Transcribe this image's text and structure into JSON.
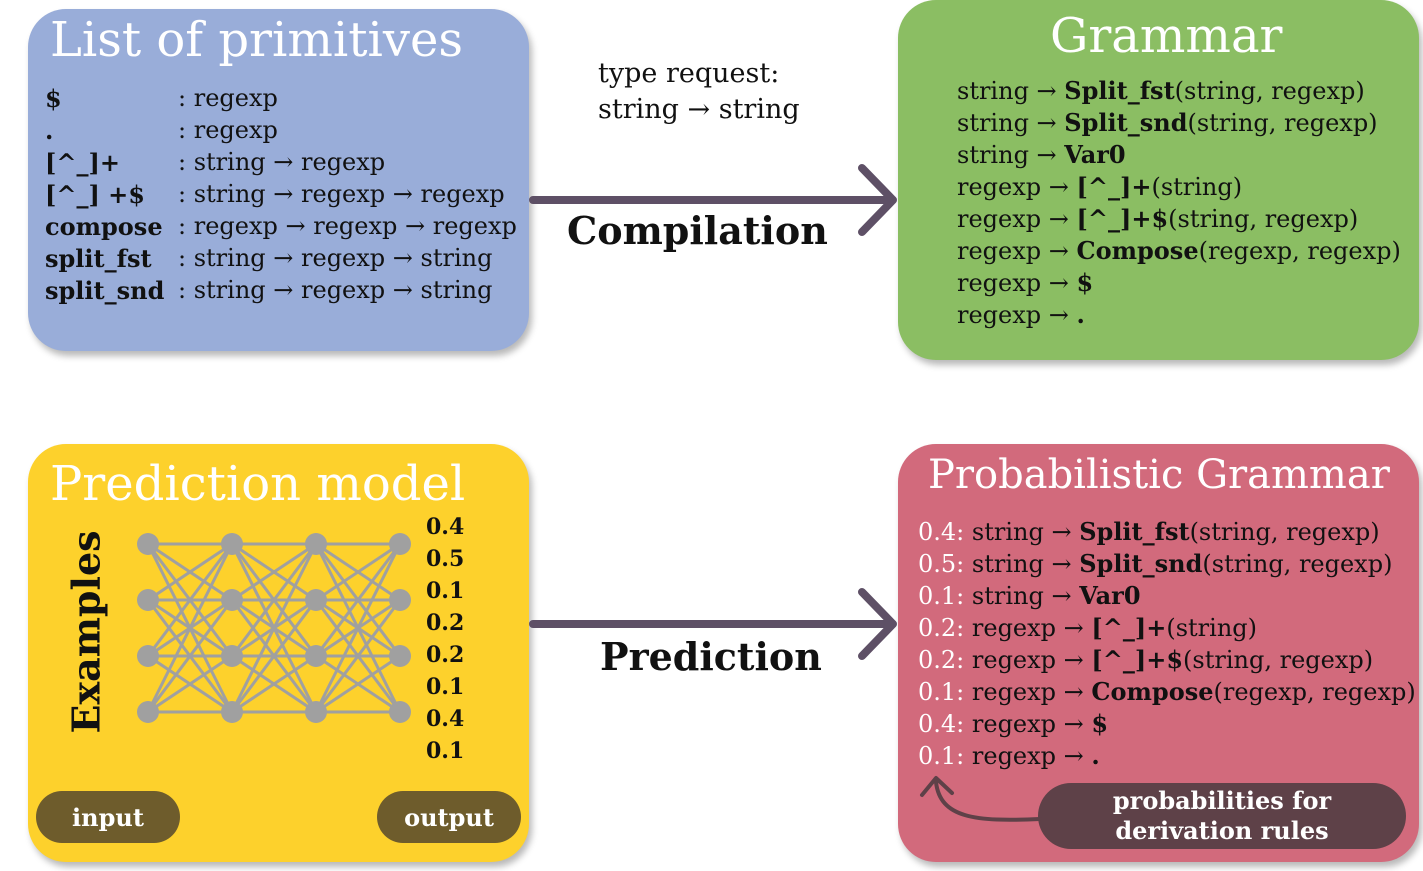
{
  "primitives": {
    "title": "List of primitives",
    "rows": [
      {
        "name": "$",
        "type": ": regexp"
      },
      {
        "name": ".",
        "type": ": regexp"
      },
      {
        "name": "[^_]+",
        "type": ": string → regexp"
      },
      {
        "name": "[^_] +$",
        "type": ": string → regexp → regexp"
      },
      {
        "name": "compose",
        "type": ": regexp → regexp → regexp"
      },
      {
        "name": "split_fst",
        "type": ": string → regexp → string"
      },
      {
        "name": "split_snd",
        "type": ": string → regexp → string"
      }
    ]
  },
  "type_request": {
    "line1": "type request:",
    "line2": "string → string"
  },
  "compilation_label": "Compilation",
  "prediction_label": "Prediction",
  "grammar": {
    "title": "Grammar",
    "rules": [
      {
        "lhs": "string → ",
        "head": "Split_fst",
        "args": "(string, regexp)"
      },
      {
        "lhs": "string → ",
        "head": "Split_snd",
        "args": "(string, regexp)"
      },
      {
        "lhs": "string → ",
        "head": "Var0",
        "args": ""
      },
      {
        "lhs": "regexp → ",
        "head": "[^_]+",
        "args": "(string)"
      },
      {
        "lhs": "regexp → ",
        "head": "[^_]+$",
        "args": "(string, regexp)"
      },
      {
        "lhs": "regexp → ",
        "head": "Compose",
        "args": "(regexp, regexp)"
      },
      {
        "lhs": "regexp → ",
        "head": "$",
        "args": ""
      },
      {
        "lhs": "regexp → ",
        "head": ".",
        "args": ""
      }
    ]
  },
  "prediction_model": {
    "title": "Prediction model",
    "examples_label": "Examples",
    "outputs": [
      "0.4",
      "0.5",
      "0.1",
      "0.2",
      "0.2",
      "0.1",
      "0.4",
      "0.1"
    ],
    "input_label": "input",
    "output_label": "output"
  },
  "prob_grammar": {
    "title": "Probabilistic Grammar",
    "rules": [
      {
        "p": "0.4:",
        "lhs": " string → ",
        "head": "Split_fst",
        "args": "(string, regexp)"
      },
      {
        "p": "0.5:",
        "lhs": " string → ",
        "head": "Split_snd",
        "args": "(string, regexp)"
      },
      {
        "p": "0.1:",
        "lhs": " string → ",
        "head": "Var0",
        "args": ""
      },
      {
        "p": "0.2:",
        "lhs": " regexp → ",
        "head": "[^_]+",
        "args": "(string)"
      },
      {
        "p": "0.2:",
        "lhs": " regexp → ",
        "head": "[^_]+$",
        "args": "(string, regexp)"
      },
      {
        "p": "0.1:",
        "lhs": " regexp → ",
        "head": "Compose",
        "args": "(regexp, regexp)"
      },
      {
        "p": "0.4:",
        "lhs": " regexp → ",
        "head": "$",
        "args": ""
      },
      {
        "p": "0.1:",
        "lhs": " regexp → ",
        "head": ".",
        "args": ""
      }
    ],
    "note_line1": "probabilities for",
    "note_line2": "derivation rules"
  },
  "colors": {
    "primitives_bg": "#99add9",
    "grammar_bg": "#8bbe63",
    "prediction_bg": "#fdd12c",
    "prob_grammar_bg": "#d26a7c",
    "arrow": "#5e5066",
    "network": "#a0a0a0"
  }
}
